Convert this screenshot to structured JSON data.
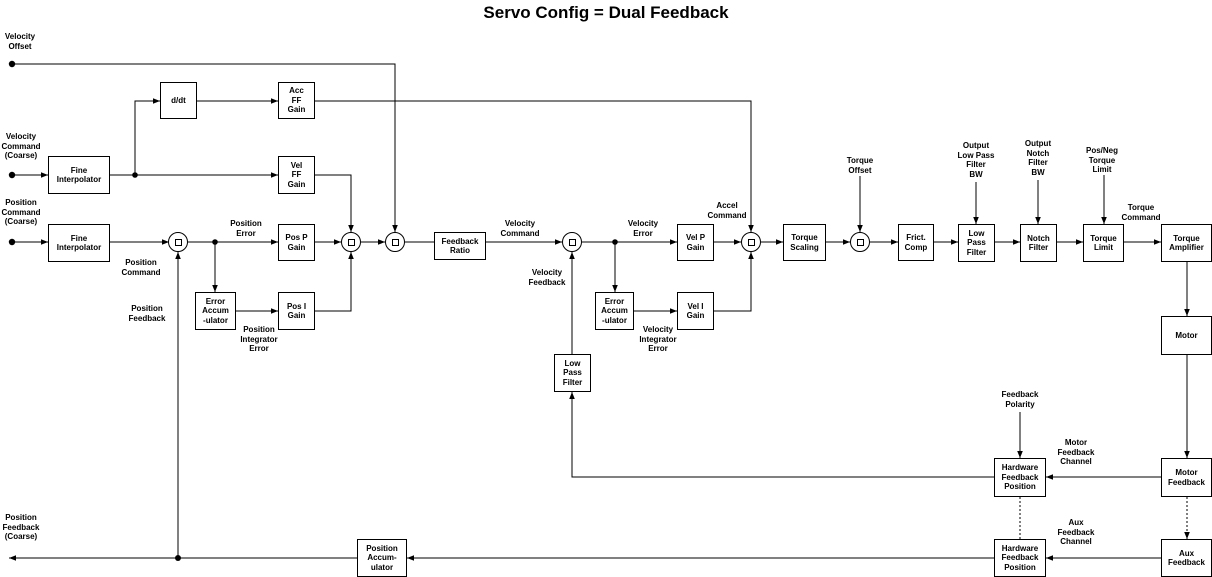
{
  "title": "Servo Config = Dual Feedback",
  "blocks": {
    "fine_interp_vel": "Fine\nInterpolator",
    "fine_interp_pos": "Fine\nInterpolator",
    "ddt": "d/dt",
    "acc_ff_gain": "Acc\nFF\nGain",
    "vel_ff_gain": "Vel\nFF\nGain",
    "pos_p_gain": "Pos P\nGain",
    "pos_i_gain": "Pos  I\nGain",
    "error_accum_pos": "Error\nAccum\n-ulator",
    "feedback_ratio": "Feedback\nRatio",
    "vel_p_gain": "Vel  P\nGain",
    "vel_i_gain": "Vel  I\nGain",
    "error_accum_vel": "Error\nAccum\n-ulator",
    "low_pass_filter_fb": "Low\nPass\nFilter",
    "torque_scaling": "Torque\nScaling",
    "frict_comp": "Frict.\nComp",
    "low_pass_filter": "Low\nPass\nFilter",
    "notch_filter": "Notch\nFilter",
    "torque_limit": "Torque\nLimit",
    "torque_amplifier": "Torque\nAmplifier",
    "motor": "Motor",
    "motor_feedback": "Motor\nFeedback",
    "aux_feedback": "Aux\nFeedback",
    "hw_feedback_pos_motor": "Hardware\nFeedback\nPosition",
    "hw_feedback_pos_aux": "Hardware\nFeedback\nPosition",
    "position_accumulator": "Position\nAccum-\nulator"
  },
  "labels": {
    "velocity_offset": "Velocity\nOffset",
    "velocity_command_coarse": "Velocity\nCommand\n(Coarse)",
    "position_command_coarse": "Position\nCommand\n(Coarse)",
    "position_command": "Position\nCommand",
    "position_error": "Position\nError",
    "position_feedback": "Position\nFeedback",
    "position_integrator_error": "Position\nIntegrator\nError",
    "velocity_command": "Velocity\nCommand",
    "velocity_feedback": "Velocity\nFeedback",
    "velocity_error": "Velocity\nError",
    "velocity_integrator_error": "Velocity\nIntegrator\nError",
    "accel_command": "Accel\nCommand",
    "torque_offset": "Torque\nOffset",
    "output_lpf_bw": "Output\nLow Pass\nFilter\nBW",
    "output_notch_bw": "Output\nNotch\nFilter\nBW",
    "pos_neg_torque_limit": "Pos/Neg\nTorque\nLimit",
    "torque_command": "Torque\nCommand",
    "feedback_polarity": "Feedback\nPolarity",
    "motor_feedback_channel": "Motor\nFeedback\nChannel",
    "aux_feedback_channel": "Aux\nFeedback\nChannel",
    "position_feedback_coarse": "Position\nFeedback\n(Coarse)"
  }
}
